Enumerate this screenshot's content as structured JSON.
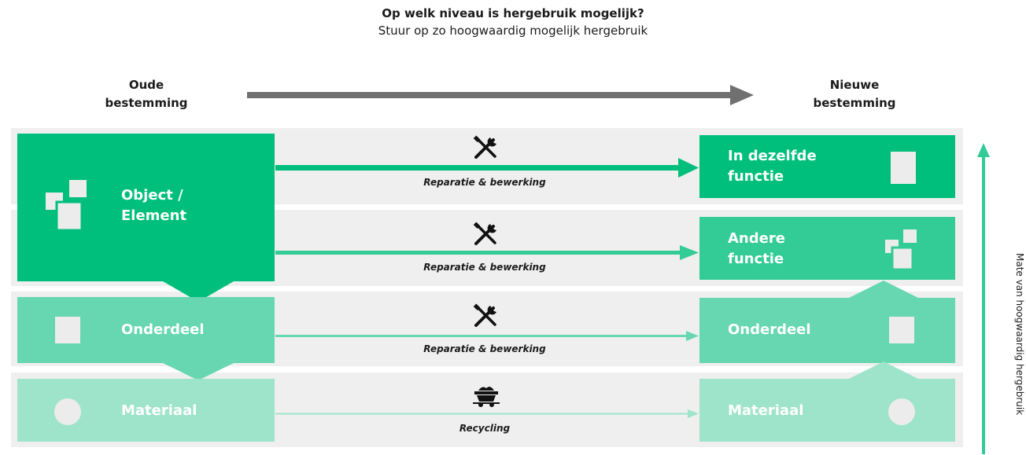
{
  "header": {
    "title": "Op welk niveau is hergebruik mogelijk?",
    "subtitle": "Stuur op zo hoogwaardig mogelijk hergebruik"
  },
  "columns": {
    "old": "Oude\nbestemming",
    "new": "Nieuwe\nbestemming"
  },
  "left_levels": {
    "object": "Object /\nElement",
    "onderdeel": "Onderdeel",
    "materiaal": "Materiaal"
  },
  "right_levels": {
    "same_function": "In dezelfde\nfunctie",
    "other_function": "Andere\nfunctie",
    "onderdeel": "Onderdeel",
    "materiaal": "Materiaal"
  },
  "processes": {
    "repair": "Reparatie & bewerking",
    "recycling": "Recycling"
  },
  "side_label": "Mate van hoogwaardig hergebruik",
  "icons": {
    "tools": "tools-icon",
    "minecart": "minecart-icon",
    "stacked_squares": "stacked-squares-icon",
    "square": "square-icon",
    "circle": "circle-icon",
    "page": "page-icon"
  },
  "colors": {
    "level1": "#00bf7d",
    "level2": "#33cb96",
    "level3": "#66d7b0",
    "level4": "#9ee4ca",
    "band": "#efefef",
    "main_arrow": "#707070"
  }
}
